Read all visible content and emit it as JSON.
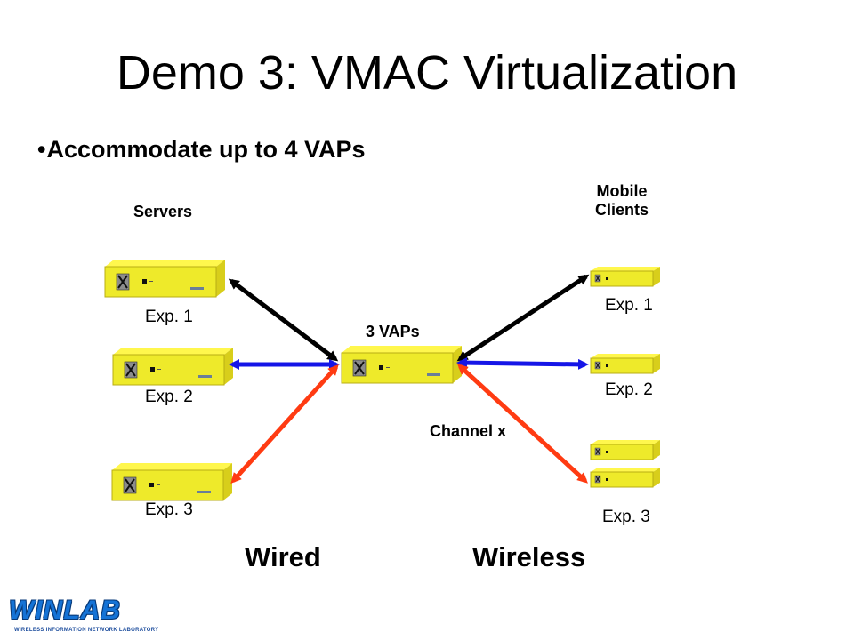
{
  "slide": {
    "title": "Demo 3:  VMAC Virtualization",
    "bullet_text": "Accommodate up to 4 VAPs"
  },
  "diagram": {
    "servers_heading": "Servers",
    "mobile_clients_heading_line1": "Mobile",
    "mobile_clients_heading_line2": "Clients",
    "center_label": "3 VAPs",
    "channel_label": "Channel x",
    "server_labels": [
      "Exp. 1",
      "Exp. 2",
      "Exp. 3"
    ],
    "client_labels": [
      "Exp. 1",
      "Exp. 2",
      "Exp. 3"
    ],
    "wired_caption": "Wired",
    "wireless_caption": "Wireless",
    "colors": {
      "device_yellow": "#eeea2a",
      "device_side": "#d8ce1b",
      "black_link": "#000000",
      "blue_link": "#1515e7",
      "red_link": "#ff3b12",
      "logo_blue": "#1573d6"
    }
  },
  "logo": {
    "name": "WINLAB",
    "subtitle": "WIRELESS INFORMATION NETWORK LABORATORY"
  }
}
